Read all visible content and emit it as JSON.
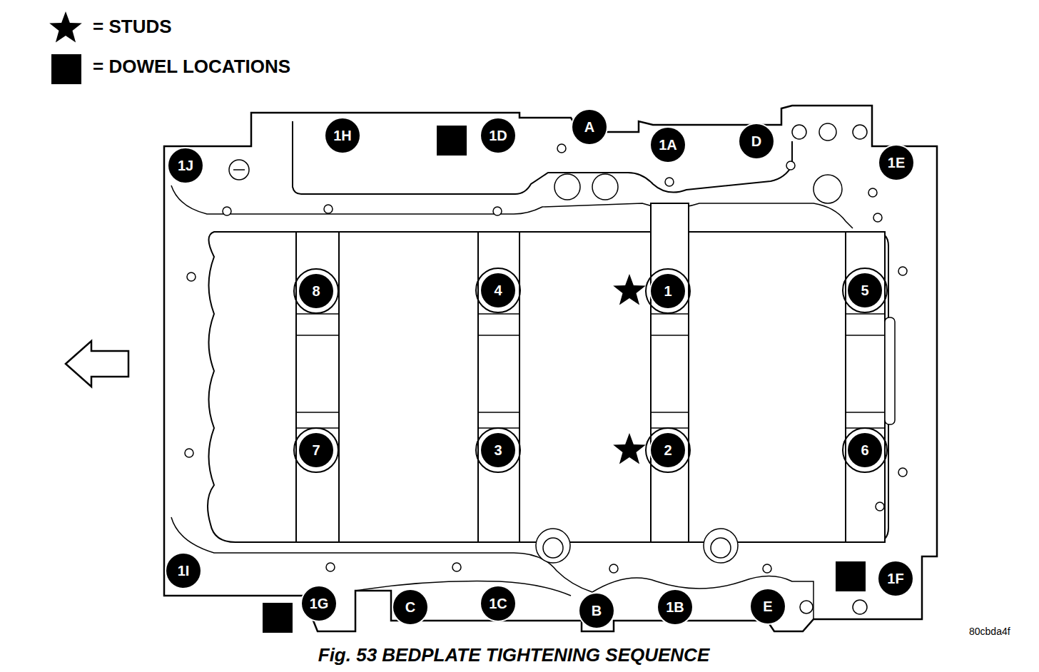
{
  "diagram": {
    "caption": "Fig. 53 BEDPLATE TIGHTENING SEQUENCE",
    "nodes": [
      {
        "text": [
          "A"
        ]
      },
      {
        "text": [
          "1H"
        ]
      },
      {
        "text": [
          "1D"
        ]
      },
      {
        "text": [
          "D"
        ]
      },
      {
        "text": [
          "1A"
        ]
      },
      {
        "text": [
          "1E"
        ]
      },
      {
        "text": [
          "1J"
        ]
      },
      {
        "text": [
          "8"
        ]
      },
      {
        "text": [
          "4"
        ]
      },
      {
        "text": [
          "1"
        ]
      },
      {
        "text": [
          "5"
        ]
      },
      {
        "text": [
          "7"
        ]
      },
      {
        "text": [
          "3"
        ]
      },
      {
        "text": [
          "2"
        ]
      },
      {
        "text": [
          "6"
        ]
      },
      {
        "text": [
          "1I"
        ]
      },
      {
        "text": [
          "1F"
        ]
      },
      {
        "text": [
          "1G"
        ]
      },
      {
        "text": [
          "1C"
        ]
      },
      {
        "text": [
          "E"
        ]
      },
      {
        "text": [
          "C"
        ]
      },
      {
        "text": [
          "1B"
        ]
      },
      {
        "text": [
          "B"
        ]
      }
    ],
    "labels": [
      "80cbda4f"
    ],
    "legend": [
      {
        "text": "= STUDS"
      },
      {
        "text": "= DOWEL LOCATIONS"
      }
    ]
  }
}
